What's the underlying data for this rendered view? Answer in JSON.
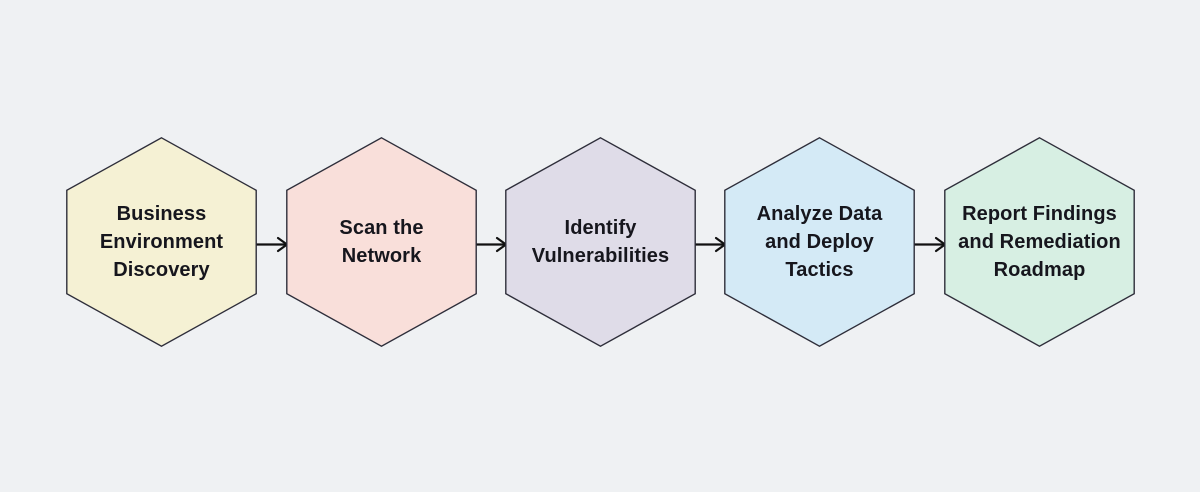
{
  "diagram": {
    "background_color": "#eff1f3",
    "node_border_color": "#2e2e3a",
    "arrow_color": "#111111",
    "text_color": "#16161d",
    "steps": [
      {
        "label": "Business\nEnvironment\nDiscovery",
        "fill": "#f5f1d4"
      },
      {
        "label": "Scan the\nNetwork",
        "fill": "#f9dfda"
      },
      {
        "label": "Identify\nVulnerabilities",
        "fill": "#dfdce8"
      },
      {
        "label": "Analyze Data\nand Deploy\nTactics",
        "fill": "#d4eaf6"
      },
      {
        "label": "Report Findings\nand Remediation\nRoadmap",
        "fill": "#d7efe3"
      }
    ]
  }
}
